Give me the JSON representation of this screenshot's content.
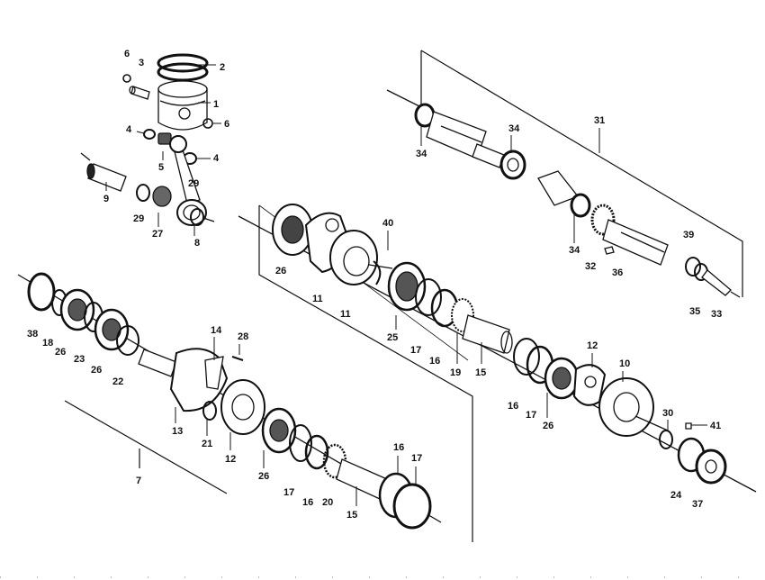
{
  "diagram": {
    "labels": [
      {
        "id": "l6a",
        "text": "6"
      },
      {
        "id": "l3",
        "text": "3"
      },
      {
        "id": "l2",
        "text": "2"
      },
      {
        "id": "l1",
        "text": "1"
      },
      {
        "id": "l4a",
        "text": "4"
      },
      {
        "id": "l6b",
        "text": "6"
      },
      {
        "id": "l5",
        "text": "5"
      },
      {
        "id": "l4b",
        "text": "4"
      },
      {
        "id": "l9",
        "text": "9"
      },
      {
        "id": "l29a",
        "text": "29"
      },
      {
        "id": "l29b",
        "text": "29"
      },
      {
        "id": "l27",
        "text": "27"
      },
      {
        "id": "l8",
        "text": "8"
      },
      {
        "id": "l31",
        "text": "31"
      },
      {
        "id": "l34a",
        "text": "34"
      },
      {
        "id": "l34b",
        "text": "34"
      },
      {
        "id": "l34c",
        "text": "34"
      },
      {
        "id": "l32",
        "text": "32"
      },
      {
        "id": "l36",
        "text": "36"
      },
      {
        "id": "l39",
        "text": "39"
      },
      {
        "id": "l35",
        "text": "35"
      },
      {
        "id": "l33",
        "text": "33"
      },
      {
        "id": "l40",
        "text": "40"
      },
      {
        "id": "l26a",
        "text": "26"
      },
      {
        "id": "l11a",
        "text": "11"
      },
      {
        "id": "l11b",
        "text": "11"
      },
      {
        "id": "l25",
        "text": "25"
      },
      {
        "id": "l17a",
        "text": "17"
      },
      {
        "id": "l16a",
        "text": "16"
      },
      {
        "id": "l19",
        "text": "19"
      },
      {
        "id": "l15a",
        "text": "15"
      },
      {
        "id": "l16b",
        "text": "16"
      },
      {
        "id": "l17b",
        "text": "17"
      },
      {
        "id": "l12a",
        "text": "12"
      },
      {
        "id": "l10",
        "text": "10"
      },
      {
        "id": "l26b",
        "text": "26"
      },
      {
        "id": "l30",
        "text": "30"
      },
      {
        "id": "l41",
        "text": "41"
      },
      {
        "id": "l24",
        "text": "24"
      },
      {
        "id": "l37",
        "text": "37"
      },
      {
        "id": "l38",
        "text": "38"
      },
      {
        "id": "l18",
        "text": "18"
      },
      {
        "id": "l26c",
        "text": "26"
      },
      {
        "id": "l23",
        "text": "23"
      },
      {
        "id": "l26d",
        "text": "26"
      },
      {
        "id": "l22",
        "text": "22"
      },
      {
        "id": "l14",
        "text": "14"
      },
      {
        "id": "l28",
        "text": "28"
      },
      {
        "id": "l13",
        "text": "13"
      },
      {
        "id": "l21",
        "text": "21"
      },
      {
        "id": "l12b",
        "text": "12"
      },
      {
        "id": "l26e",
        "text": "26"
      },
      {
        "id": "l7",
        "text": "7"
      },
      {
        "id": "l17c",
        "text": "17"
      },
      {
        "id": "l16c",
        "text": "16"
      },
      {
        "id": "l20",
        "text": "20"
      },
      {
        "id": "l15b",
        "text": "15"
      },
      {
        "id": "l16d",
        "text": "16"
      },
      {
        "id": "l17d",
        "text": "17"
      }
    ]
  }
}
